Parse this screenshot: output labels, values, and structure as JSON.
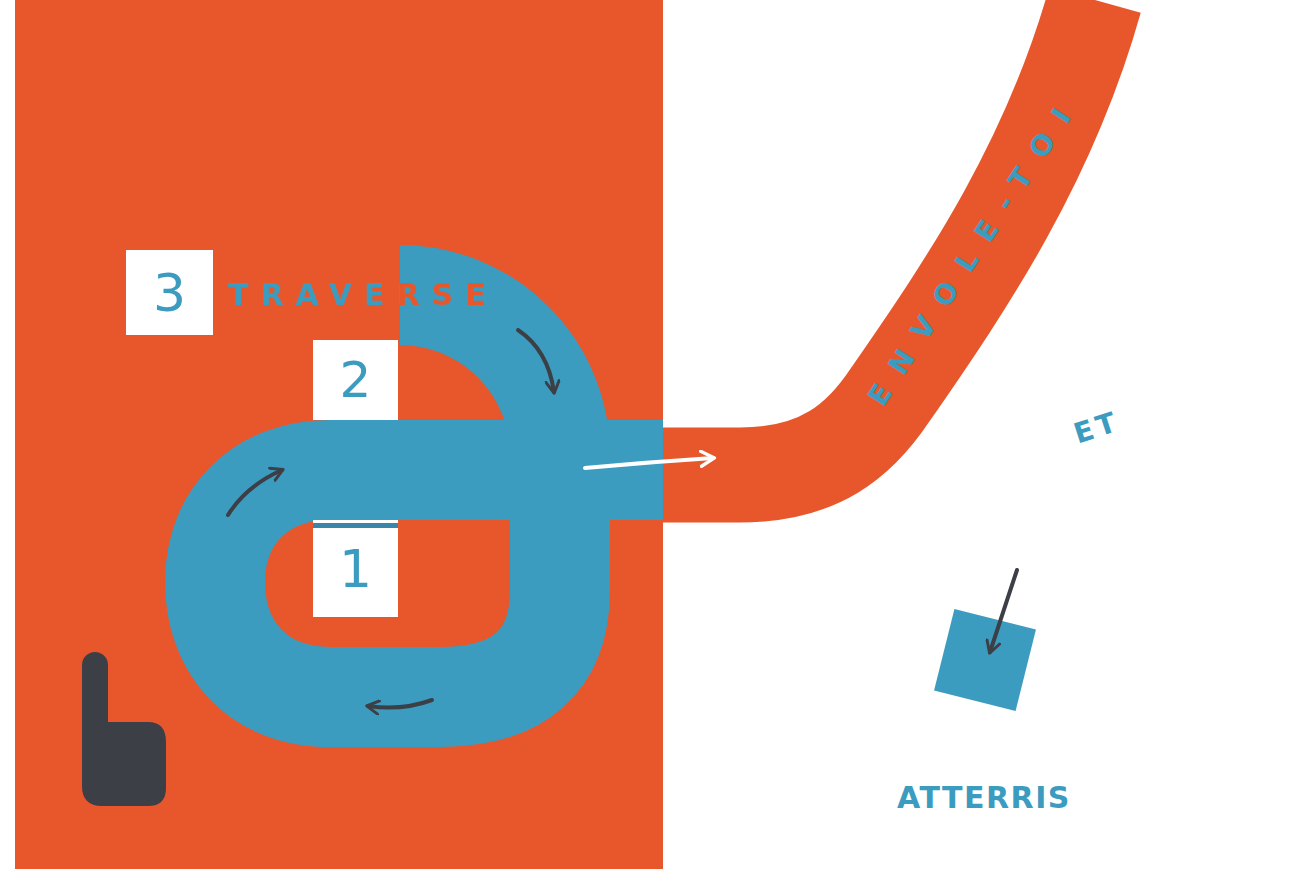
{
  "diagram": {
    "nodes": [
      {
        "text": [
          "3"
        ]
      },
      {
        "text": [
          "2"
        ]
      },
      {
        "text": [
          "1"
        ]
      },
      {
        "text": [
          "ENVOLE-TOI"
        ]
      }
    ],
    "labels": [
      "TRAVERSE",
      "ET",
      "ATTERRIS"
    ]
  }
}
